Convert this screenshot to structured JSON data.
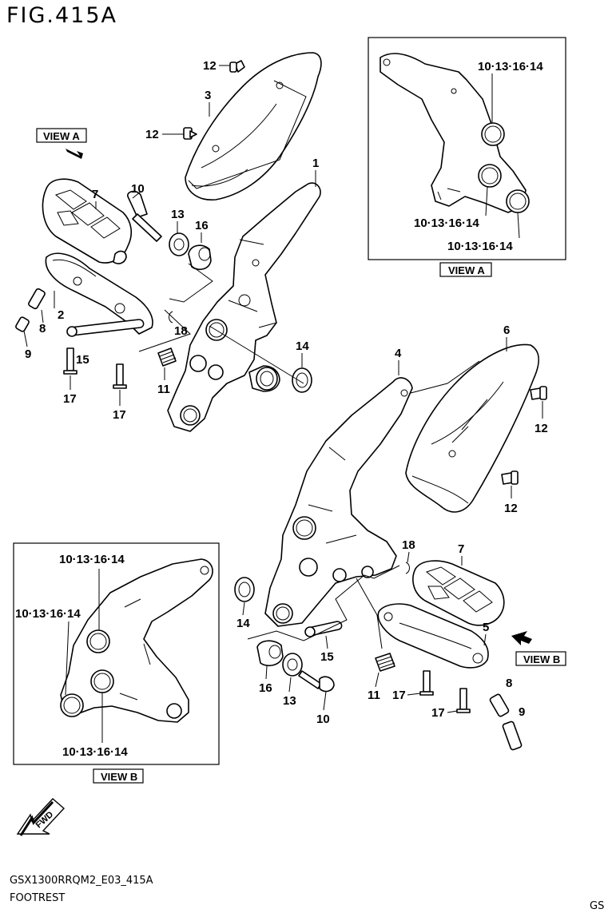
{
  "header": {
    "title": "FIG.415A"
  },
  "footer": {
    "code": "GSX1300RRQM2_E03_415A",
    "name": "FOOTREST",
    "region": "GS"
  },
  "views": {
    "view_a": "VIEW A",
    "view_b": "VIEW B"
  },
  "fwd": "FWD",
  "callouts": {
    "p1": "1",
    "p2": "2",
    "p3": "3",
    "p4": "4",
    "p5": "5",
    "p6": "6",
    "p7a": "7",
    "p7b": "7",
    "p8a": "8",
    "p8b": "8",
    "p9a": "9",
    "p9b": "9",
    "p10a": "10",
    "p10b": "10",
    "p11a": "11",
    "p11b": "11",
    "p12a": "12",
    "p12b": "12",
    "p12c": "12",
    "p12d": "12",
    "p13a": "13",
    "p13b": "13",
    "p14a": "14",
    "p14b": "14",
    "p15a": "15",
    "p15b": "15",
    "p16a": "16",
    "p16b": "16",
    "p17a": "17",
    "p17b": "17",
    "p17c": "17",
    "p17d": "17",
    "p18a": "18",
    "p18b": "18"
  },
  "combo_labels": {
    "a1": "10·13·16·14",
    "a2": "10·13·16·14",
    "a3": "10·13·16·14",
    "b1": "10·13·16·14",
    "b2": "10·13·16·14",
    "b3": "10·13·16·14"
  }
}
